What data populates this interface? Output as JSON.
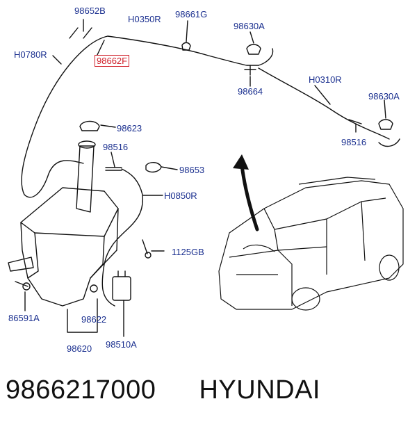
{
  "callouts": {
    "c98652B": "98652B",
    "cH0350R": "H0350R",
    "c98661G": "98661G",
    "c98630A_top": "98630A",
    "cH0780R": "H0780R",
    "c98662F": "98662F",
    "c98664": "98664",
    "cH0310R": "H0310R",
    "c98630A_right": "98630A",
    "c98623": "98623",
    "c98516_left": "98516",
    "c98516_right": "98516",
    "c98653": "98653",
    "cH0850R": "H0850R",
    "c1125GB": "1125GB",
    "c86591A": "86591A",
    "c98622": "98622",
    "c98620": "98620",
    "c98510A": "98510A"
  },
  "caption": {
    "part_number": "9866217000",
    "brand": "HYUNDAI"
  },
  "colors": {
    "label": "#1a2f8f",
    "highlight": "#d0202a",
    "line": "#111111"
  }
}
